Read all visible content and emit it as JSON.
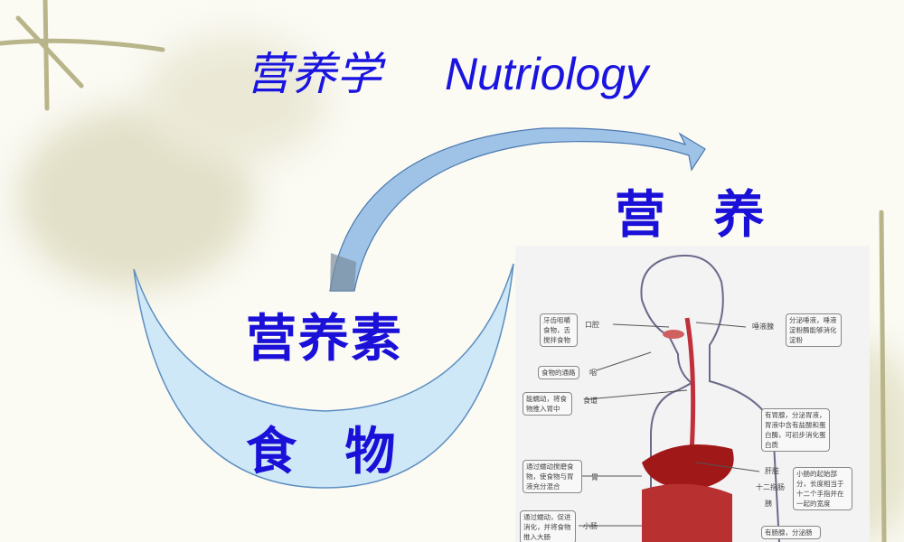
{
  "slide": {
    "title_cn": "营养学",
    "title_en": "Nutriology",
    "target_label": "营 养",
    "nutrient_label": "营养素",
    "food_label": "食 物",
    "colors": {
      "text": "#1a10d8",
      "crescent": "#cfe8f7",
      "arrow": "#9ec3e6"
    }
  },
  "diagram": {
    "organs": [
      "口腔",
      "咽",
      "食道",
      "胃",
      "小肠",
      "唾液腺",
      "肝脏",
      "十二指肠",
      "胰"
    ],
    "notes": {
      "mouth": "牙齿咀嚼食物，舌搅拌食物",
      "pharynx": "食物的通路",
      "esophagus": "能蠕动，将食物推入胃中",
      "stomach": "通过蠕动搅磨食物，使食物与胃液充分混合",
      "small_intestine": "通过蠕动，促进消化，并将食物推入大肠",
      "salivary": "分泌唾液，唾液淀粉酶能够消化淀粉",
      "gastric": "有胃腺，分泌胃液，胃液中含有盐酸和蛋白酶，可初步消化蛋白质",
      "duodenum": "小肠的起始部分，长度相当于十二个手指并在一起的宽度",
      "intestinal": "有肠腺，分泌肠"
    }
  }
}
